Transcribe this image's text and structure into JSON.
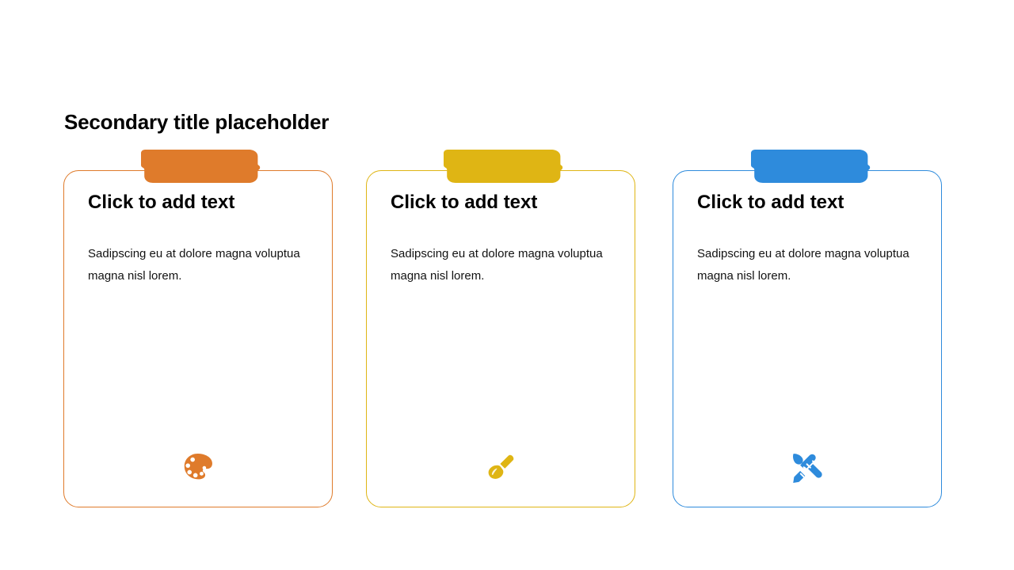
{
  "slide": {
    "title": "Secondary title placeholder",
    "background_color": "#FFFFFF"
  },
  "cards": [
    {
      "id": "card-orange",
      "accent_color": "#DF7B2B",
      "tab_label": "",
      "heading": "Click to add text",
      "body": "Sadipscing eu at dolore magna voluptua magna nisl lorem.",
      "icon": "palette-icon"
    },
    {
      "id": "card-yellow",
      "accent_color": "#DFB514",
      "tab_label": "",
      "heading": "Click to add text",
      "body": "Sadipscing eu at dolore magna voluptua magna nisl lorem.",
      "icon": "paintbrush-icon"
    },
    {
      "id": "card-blue",
      "accent_color": "#2E8BDC",
      "tab_label": "",
      "heading": "Click to add text",
      "body": "Sadipscing eu at dolore magna voluptua magna nisl lorem.",
      "icon": "brush-and-pencil-icon"
    }
  ]
}
